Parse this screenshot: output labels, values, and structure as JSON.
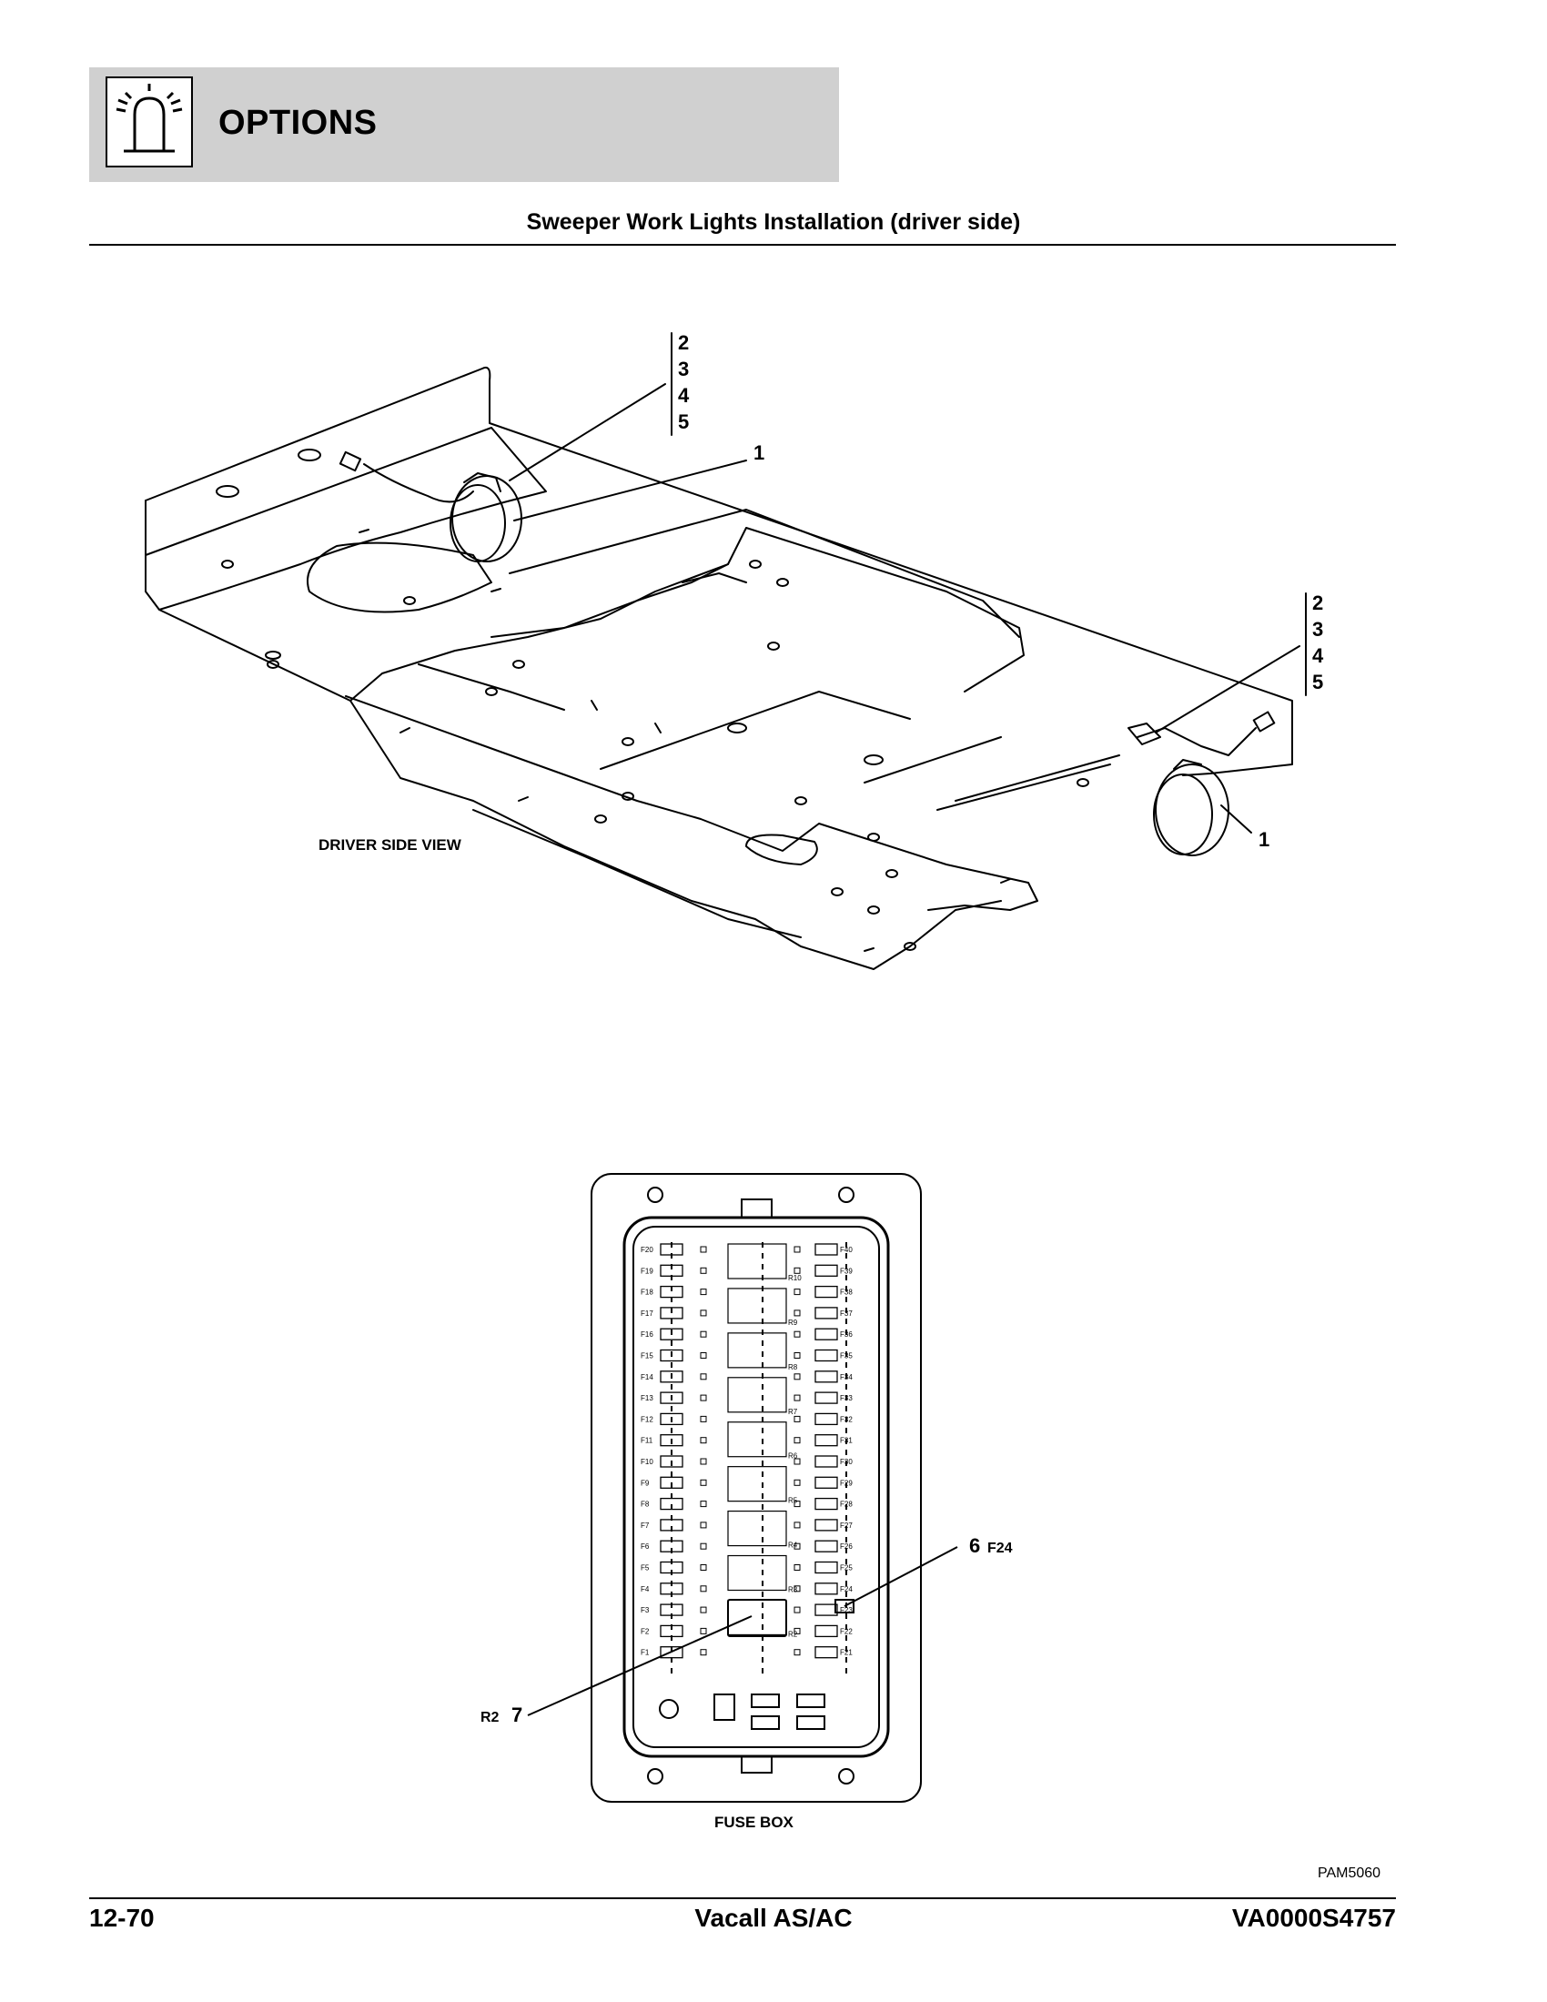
{
  "header": {
    "section": "OPTIONS",
    "icon": "warning-beacon-icon"
  },
  "page_title": "Sweeper Work Lights Installation (driver side)",
  "figure": {
    "top_view_label": "DRIVER SIDE VIEW",
    "callouts_group_upper": [
      "2",
      "3",
      "4",
      "5"
    ],
    "callout_upper_light": "1",
    "callouts_group_right": [
      "2",
      "3",
      "4",
      "5"
    ],
    "callout_right_light": "1",
    "fuse_box_label": "FUSE BOX",
    "callout_fuse_num": "6",
    "callout_fuse_id": "F24",
    "callout_relay_num": "7",
    "callout_relay_id": "R2",
    "fuse_left_col": [
      "F20",
      "F19",
      "F18",
      "F17",
      "F16",
      "F15",
      "F14",
      "F13",
      "F12",
      "F11",
      "F10",
      "F9",
      "F8",
      "F7",
      "F6",
      "F5",
      "F4",
      "F3",
      "F2",
      "F1"
    ],
    "fuse_right_col": [
      "F40",
      "F39",
      "F38",
      "F37",
      "F36",
      "F35",
      "F34",
      "F33",
      "F32",
      "F31",
      "F30",
      "F29",
      "F28",
      "F27",
      "F26",
      "F25",
      "F24",
      "F23",
      "F22",
      "F21"
    ],
    "relay_labels": [
      "R10",
      "R9",
      "R8",
      "R7",
      "R6",
      "R5",
      "R4",
      "R3",
      "R2"
    ],
    "fig_id": "PAM5060"
  },
  "footer": {
    "page_number": "12-70",
    "model": "Vacall AS/AC",
    "doc_code": "VA0000S4757"
  }
}
